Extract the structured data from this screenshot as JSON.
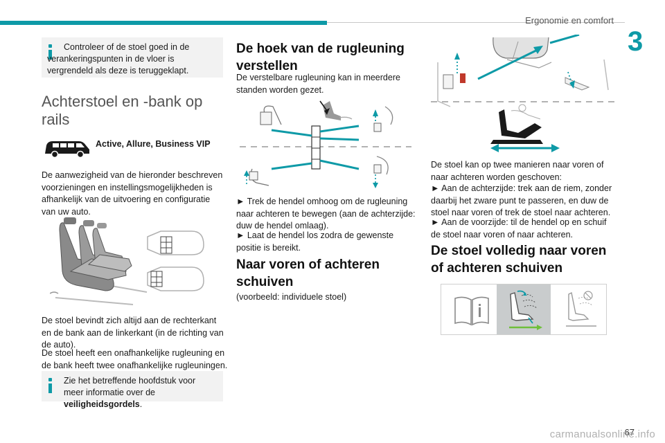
{
  "header": {
    "title": "Ergonomie en comfort",
    "chapter": "3"
  },
  "col1": {
    "note1": "Controleer of de stoel goed in de verankeringspunten in de vloer is vergrendeld als deze is teruggeklapt.",
    "heading": "Achterstoel en -bank op rails",
    "versions": "Active, Allure, Business VIP",
    "para1": "De aanwezigheid van de hieronder beschreven voorzieningen en instellingsmogelijkheden is afhankelijk van de uitvoering en configuratie van uw auto.",
    "para2a": "De stoel bevindt zich altijd aan de rechterkant en de bank aan de linkerkant (in de richting van de auto).",
    "para2b": "De stoel heeft een onafhankelijke rugleuning en de bank heeft twee onafhankelijke rugleuningen.",
    "note2_pre": "Zie het betreffende hoofdstuk voor meer informatie over de ",
    "note2_bold": "veiligheidsgordels",
    "note2_post": "."
  },
  "col2": {
    "heading1": "De hoek van de rugleuning verstellen",
    "para1": "De verstelbare rugleuning kan in meerdere standen worden gezet.",
    "step1": "► Trek de hendel omhoog om de rugleuning naar achteren te bewegen (aan de achterzijde: duw de hendel omlaag).",
    "step2": "► Laat de hendel los zodra de gewenste positie is bereikt.",
    "heading2": "Naar voren of achteren schuiven",
    "para2": "(voorbeeld: individuele stoel)"
  },
  "col3": {
    "para1": "De stoel kan op twee manieren naar voren of naar achteren worden geschoven:",
    "step1": "► Aan de achterzijde: trek aan de riem, zonder daarbij het zware punt te passeren, en duw de stoel naar voren of trek de stoel naar achteren.",
    "step2": "► Aan de voorzijde: til de hendel op en schuif de stoel naar voren of naar achteren.",
    "heading": "De stoel volledig naar voren of achteren schuiven"
  },
  "footer": {
    "page": "67",
    "watermark": "carmanualsonline.info"
  },
  "colors": {
    "accent": "#0e9aa7",
    "note_bg": "#f2f2f2",
    "panel_selected": "#c9cccd"
  },
  "icons": [
    "info-icon",
    "van-icon",
    "manual-book-icon",
    "seat-slide-icon",
    "seat-disabled-icon"
  ]
}
